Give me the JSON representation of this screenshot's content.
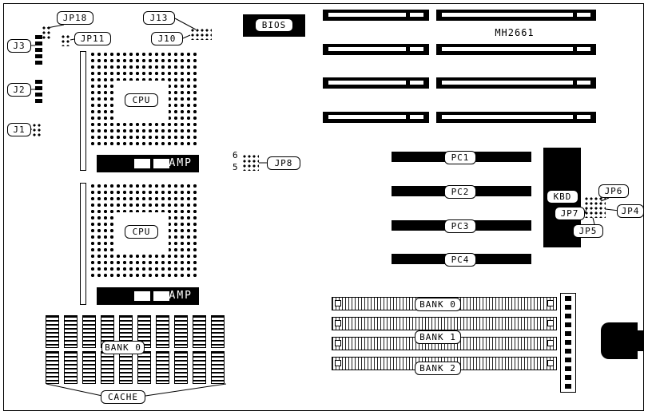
{
  "board": {
    "chip": "MH2661",
    "bios": "BIOS",
    "cpu1": "CPU",
    "cpu2": "CPU",
    "amp1": "AMP",
    "amp2": "AMP",
    "kbd": "KBD",
    "jumpers": {
      "jp18": "JP18",
      "jp11": "JP11",
      "j3": "J3",
      "j2": "J2",
      "j1": "J1",
      "j13": "J13",
      "j10": "J10",
      "jp8": "JP8",
      "jp8_top_pin": "6",
      "jp8_bottom_pin": "5",
      "jp6": "JP6",
      "jp7": "JP7",
      "jp5": "JP5",
      "jp4": "JP4"
    },
    "pc_slots": {
      "pc1": "PC1",
      "pc2": "PC2",
      "pc3": "PC3",
      "pc4": "PC4"
    },
    "memory_banks": {
      "bank0": "BANK 0",
      "bank1": "BANK 1",
      "bank2": "BANK 2"
    },
    "cache": {
      "bank": "BANK 0",
      "label": "CACHE"
    }
  }
}
